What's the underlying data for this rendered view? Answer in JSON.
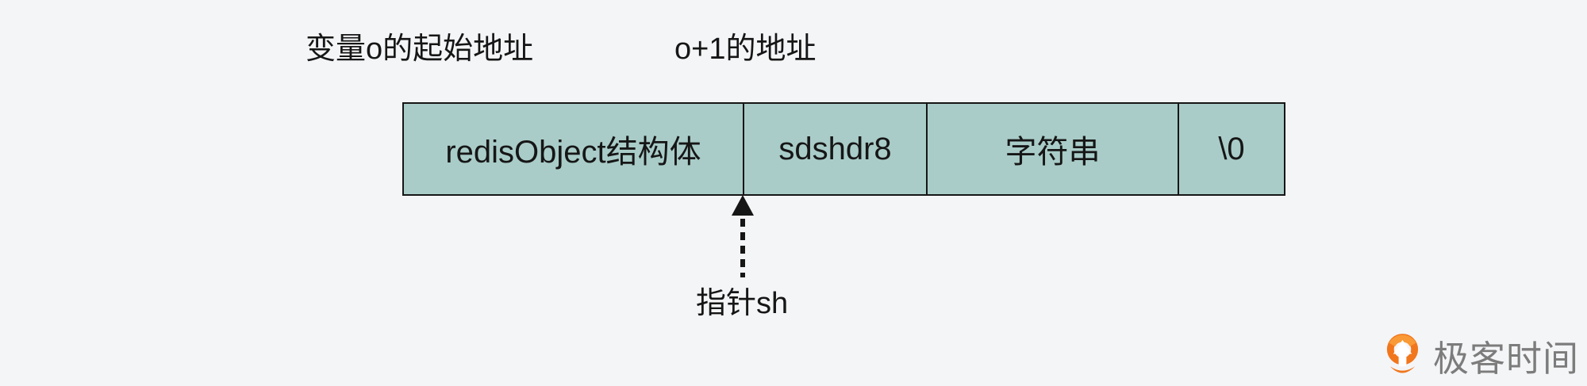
{
  "colors": {
    "background": "#f4f5f7",
    "cell_fill": "#a9ccc8",
    "border": "#161616",
    "text": "#161616",
    "logo_orange": "#f1761c",
    "logo_orange_light": "#f99a36",
    "logo_text": "#7c7c7c"
  },
  "labels": {
    "var_o_start": "变量o的起始地址",
    "o_plus_1": "o+1的地址",
    "pointer_sh": "指针sh"
  },
  "memory_layout": {
    "cells": [
      {
        "label": "redisObject结构体"
      },
      {
        "label": "sdshdr8"
      },
      {
        "label": "字符串"
      },
      {
        "label": "\\0"
      }
    ]
  },
  "icons": {
    "pointer_arrow": "dashed-arrow-up-icon",
    "logo_icon": "geektime-pin-icon"
  },
  "logo": {
    "text": "极客时间"
  }
}
